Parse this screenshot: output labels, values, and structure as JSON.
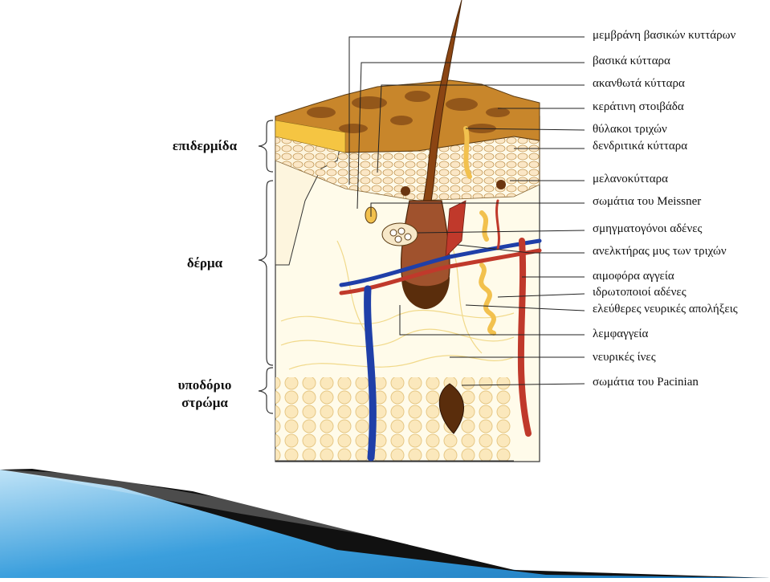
{
  "layers": {
    "epidermis": "επιδερμίδα",
    "dermis": "δέρμα",
    "hypodermis_line1": "υποδόριο",
    "hypodermis_line2": "στρώμα"
  },
  "labels": [
    "μεμβράνη βασικών κυττάρων",
    "βασικά κύτταρα",
    "ακανθωτά κύτταρα",
    "κεράτινη στοιβάδα",
    "θύλακοι τριχών",
    "δενδριτικά κύτταρα",
    "μελανοκύτταρα",
    "σωμάτια του Meissner",
    "σμηγματογόνοι αδένες",
    "ανελκτήρας μυς των τριχών",
    "αιμοφόρα αγγεία",
    "ιδρωτοποιοί αδένες",
    "ελεύθερες νευρικές απολήξεις",
    "λεμφαγγεία",
    "νευρικές ίνες",
    "σωμάτια του Pacinian"
  ],
  "colors": {
    "keratin": "#c8862b",
    "hair": "#8b4513",
    "artery": "#c0392b",
    "vein": "#1f3fa8",
    "gland": "#f2c14e",
    "banner_blue": "#2a8fd0",
    "banner_black": "#111111"
  }
}
